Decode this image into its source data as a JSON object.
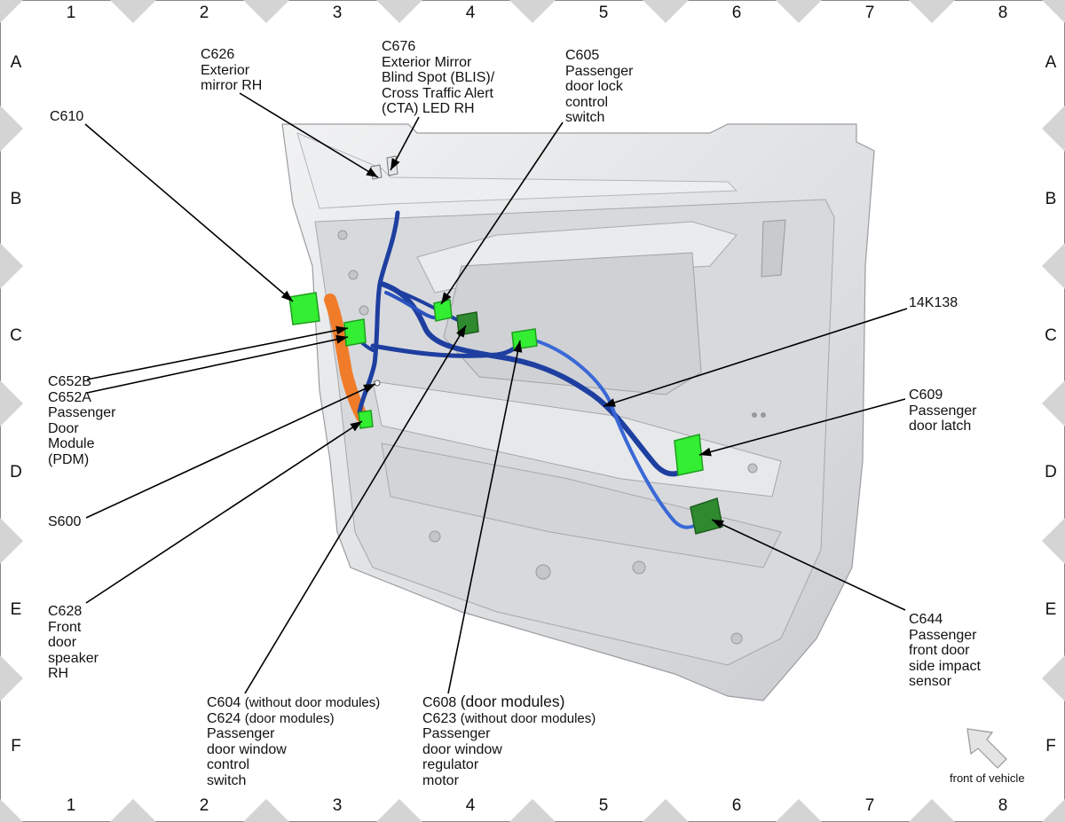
{
  "grid": {
    "columns": [
      "1",
      "2",
      "3",
      "4",
      "5",
      "6",
      "7",
      "8"
    ],
    "rows": [
      "A",
      "B",
      "C",
      "D",
      "E",
      "F"
    ]
  },
  "labels": {
    "c626": [
      "C626",
      "Exterior",
      "mirror RH"
    ],
    "c676": [
      "C676",
      "Exterior Mirror",
      "Blind Spot (BLIS)/",
      "Cross Traffic Alert",
      "(CTA) LED RH"
    ],
    "c605": [
      "C605",
      "Passenger",
      "door lock",
      "control",
      "switch"
    ],
    "c610": [
      "C610"
    ],
    "k138": [
      "14K138"
    ],
    "c652": [
      "C652B",
      "C652A",
      "Passenger",
      "Door",
      "Module",
      "(PDM)"
    ],
    "c609": [
      "C609",
      "Passenger",
      "door latch"
    ],
    "s600": [
      "S600"
    ],
    "c628": [
      "C628",
      "Front",
      "door",
      "speaker",
      "RH"
    ],
    "c644": [
      "C644",
      "Passenger",
      "front door",
      "side impact",
      "sensor"
    ],
    "c604": {
      "c604_code": "C604",
      "c604_note": "(without door modules)",
      "c624_code": "C624",
      "c624_note": "(door modules)",
      "desc": [
        "Passenger",
        "door window",
        "control",
        "switch"
      ]
    },
    "c608": {
      "c608_code": "C608",
      "c608_note": "(door modules)",
      "c623_code": "C623",
      "c623_note": "(without door modules)",
      "desc": [
        "Passenger",
        "door window",
        "regulator",
        "motor"
      ]
    }
  },
  "orientation": {
    "label": "front of vehicle",
    "icon": "front-of-vehicle-arrow-icon"
  },
  "colors": {
    "connector": "#33ee33",
    "connector_dark": "#2f8a2f",
    "harness": "#1e3fa0",
    "harness_light": "#3a68d6",
    "foam": "#f07c2a",
    "panel": "#e2e4e6"
  }
}
